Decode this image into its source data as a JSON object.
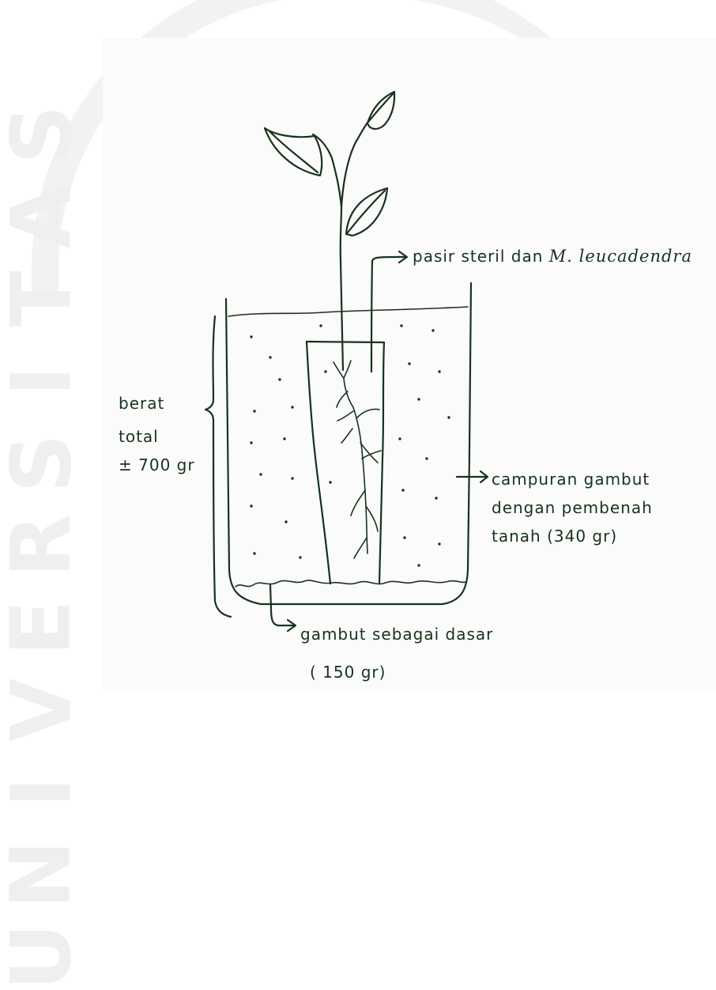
{
  "watermark": {
    "text": "UNIVERSITAS",
    "letters": [
      "S",
      "A",
      "T",
      "I",
      "S",
      "R",
      "E",
      "V",
      "I",
      "N",
      "U"
    ]
  },
  "diagram": {
    "label_sterile_sand": {
      "prefix": "pasir steril dan ",
      "species": "M. leucadendra"
    },
    "label_total_weight": {
      "line1": "berat",
      "line2": "total",
      "line3": "± 700 gr"
    },
    "label_peat_mix": {
      "line1": "campuran gambut",
      "line2": "dengan pembenah",
      "line3": "tanah  (340 gr)"
    },
    "label_peat_base": {
      "line1": "gambut sebagai dasar",
      "line2": "( 150  gr)"
    },
    "ink_color": "#16331c"
  }
}
